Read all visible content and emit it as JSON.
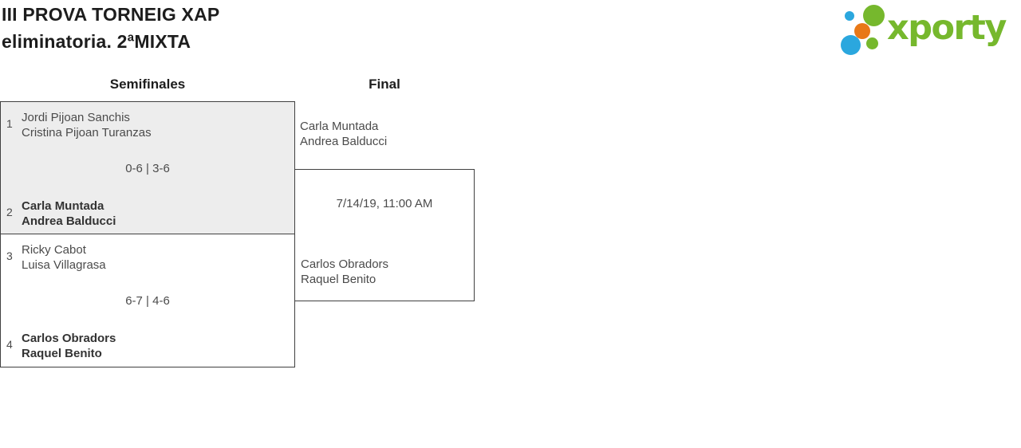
{
  "header": {
    "title_line1": "III PROVA TORNEIG XAP",
    "title_line2": "eliminatoria. 2ªMIXTA"
  },
  "logo": {
    "wordmark": "xporty",
    "colors": {
      "green": "#76b82d",
      "blue": "#2ba7de",
      "orange": "#e87817"
    }
  },
  "bracket": {
    "round_labels": [
      "Semifinales",
      "Final"
    ],
    "semifinals": [
      {
        "seed_a": "1",
        "team_a": [
          "Jordi Pijoan Sanchis",
          "Cristina Pijoan Turanzas"
        ],
        "score": "0-6 | 3-6",
        "seed_b": "2",
        "team_b": [
          "Carla Muntada",
          "Andrea Balducci"
        ],
        "winner": "team_b"
      },
      {
        "seed_a": "3",
        "team_a": [
          "Ricky Cabot",
          "Luisa Villagrasa"
        ],
        "score": "6-7 | 4-6",
        "seed_b": "4",
        "team_b": [
          "Carlos Obradors",
          "Raquel Benito"
        ],
        "winner": "team_b"
      }
    ],
    "final": {
      "team_a": [
        "Carla Muntada",
        "Andrea Balducci"
      ],
      "schedule": "7/14/19, 11:00 AM",
      "team_b": [
        "Carlos Obradors",
        "Raquel Benito"
      ]
    }
  }
}
